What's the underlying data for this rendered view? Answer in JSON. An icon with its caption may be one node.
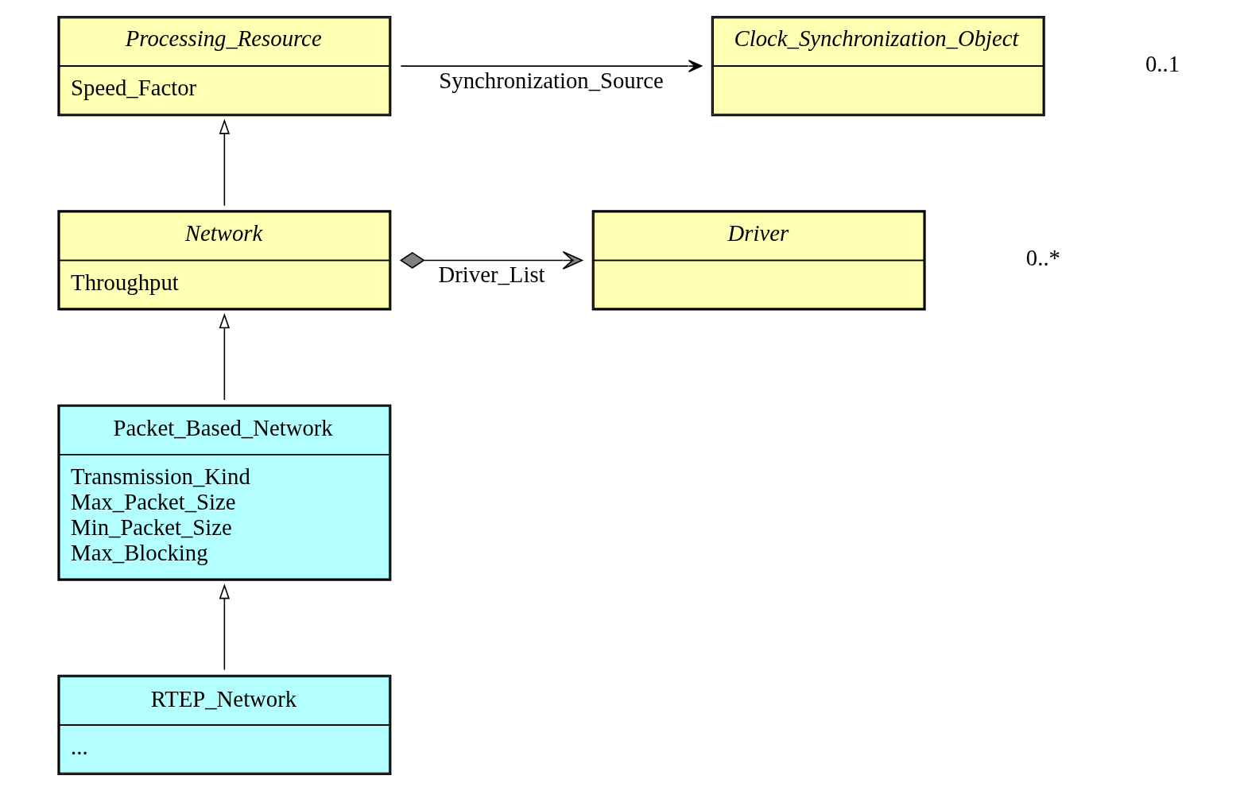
{
  "diagram": {
    "nodes": [
      {
        "text": [
          "Processing_Resource",
          "Speed_Factor"
        ]
      },
      {
        "text": [
          "Clock_Synchronization_Object"
        ]
      },
      {
        "text": [
          "Network",
          "Throughput"
        ]
      },
      {
        "text": [
          "Driver"
        ]
      },
      {
        "text": [
          "Packet_Based_Network",
          "Transmission_Kind",
          "Max_Packet_Size",
          "Min_Packet_Size",
          "Max_Blocking"
        ]
      },
      {
        "text": [
          "RTEP_Network",
          "..."
        ]
      }
    ],
    "edges": [
      {
        "from": 0,
        "to": 1,
        "arrow": "to",
        "label": "Synchronization_Source"
      },
      {
        "from": 2,
        "to": 0,
        "arrow": "to"
      },
      {
        "from": 2,
        "to": 3,
        "arrow": "to",
        "label": "Driver_List"
      },
      {
        "from": 4,
        "to": 2,
        "arrow": "to"
      },
      {
        "from": 5,
        "to": 4,
        "arrow": "to"
      }
    ],
    "labels": [
      "0..1",
      "0..*"
    ]
  }
}
